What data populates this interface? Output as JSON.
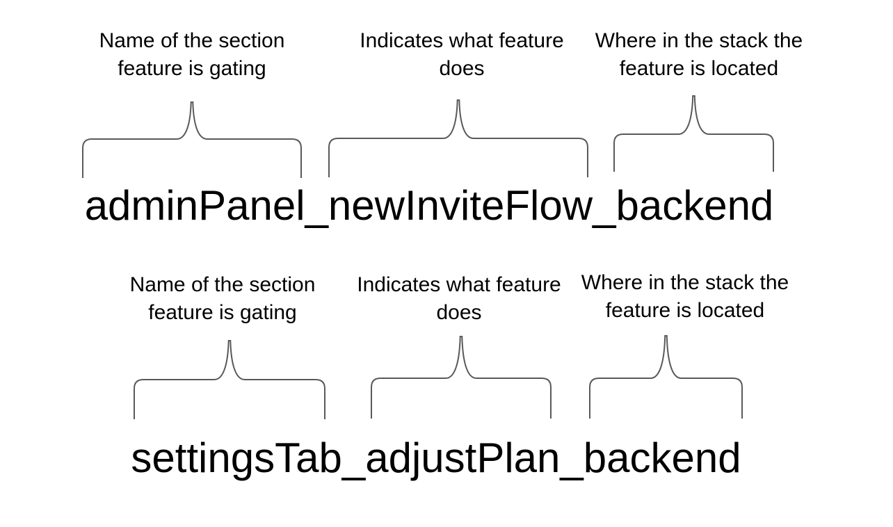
{
  "colors": {
    "background": "#ffffff",
    "text": "#000000",
    "brace_line": "#595959"
  },
  "groups": [
    {
      "flag_name": "adminPanel_newInviteFlow_backend",
      "annotations": [
        {
          "label": "Name of the section\nfeature is gating"
        },
        {
          "label": "Indicates what feature\ndoes"
        },
        {
          "label": "Where in the stack the\nfeature is located"
        }
      ]
    },
    {
      "flag_name": "settingsTab_adjustPlan_backend",
      "annotations": [
        {
          "label": "Name of the section\nfeature is gating"
        },
        {
          "label": "Indicates what feature\ndoes"
        },
        {
          "label": "Where in the stack the\nfeature is located"
        }
      ]
    }
  ]
}
